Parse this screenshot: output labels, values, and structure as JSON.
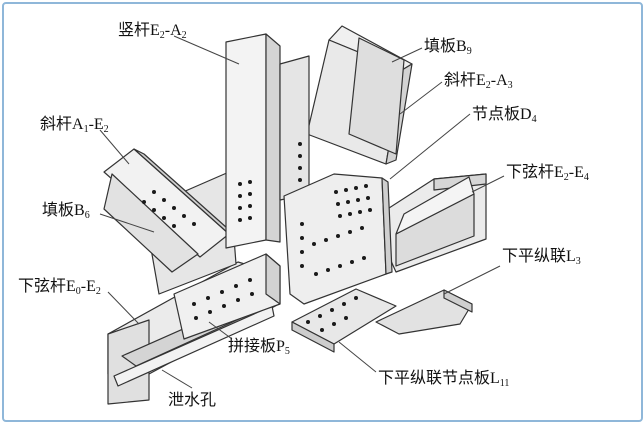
{
  "diagram": {
    "labels": [
      {
        "id": "vertical-member",
        "text": "竖杆E",
        "sub1": "2",
        "mid": "-A",
        "sub2": "2"
      },
      {
        "id": "filler-plate-b9",
        "text": "填板B",
        "sub1": "9",
        "mid": "",
        "sub2": ""
      },
      {
        "id": "diagonal-member-e2a3",
        "text": "斜杆E",
        "sub1": "2",
        "mid": "-A",
        "sub2": "3"
      },
      {
        "id": "gusset-plate-d4",
        "text": "节点板D",
        "sub1": "4",
        "mid": "",
        "sub2": ""
      },
      {
        "id": "diagonal-member-a1e2",
        "text": "斜杆A",
        "sub1": "1",
        "mid": "-E",
        "sub2": "2"
      },
      {
        "id": "bottom-chord-e2e4",
        "text": "下弦杆E",
        "sub1": "2",
        "mid": "-E",
        "sub2": "4"
      },
      {
        "id": "filler-plate-b6",
        "text": "填板B",
        "sub1": "6",
        "mid": "",
        "sub2": ""
      },
      {
        "id": "lower-lateral-l3",
        "text": "下平纵联L",
        "sub1": "3",
        "mid": "",
        "sub2": ""
      },
      {
        "id": "bottom-chord-e0e2",
        "text": "下弦杆E",
        "sub1": "0",
        "mid": "-E",
        "sub2": "2"
      },
      {
        "id": "splice-plate-p5",
        "text": "拼接板P",
        "sub1": "5",
        "mid": "",
        "sub2": ""
      },
      {
        "id": "lower-lateral-gusset-l11",
        "text": "下平纵联节点板L",
        "sub1": "11",
        "mid": "",
        "sub2": ""
      },
      {
        "id": "drain-hole",
        "text": "泄水孔",
        "sub1": "",
        "mid": "",
        "sub2": ""
      }
    ]
  },
  "colors": {
    "frame": "#8fb7d9",
    "steel": "#ebebeb",
    "steel_shade": "#d2d2d2",
    "outline": "#333333",
    "bolt": "#1a1a1a"
  }
}
